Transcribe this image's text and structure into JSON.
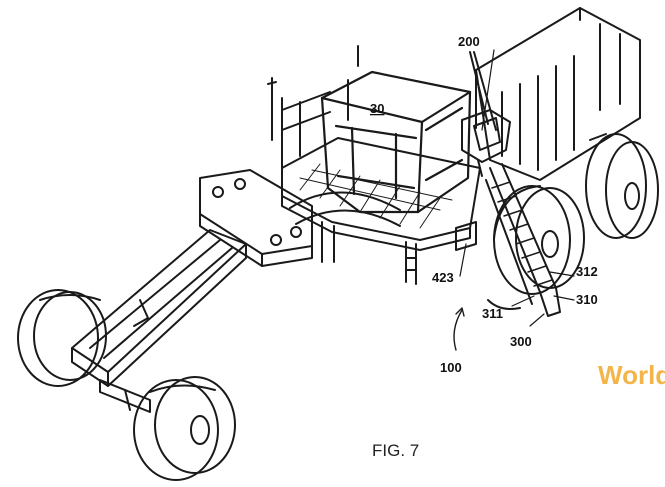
{
  "figure": {
    "caption": "FIG. 7",
    "labels": {
      "cab": "30",
      "upper_unit": "200",
      "stair_box": "423",
      "stair_top": "312",
      "stair_side": "310",
      "stair_rail": "311",
      "stair": "300",
      "vehicle": "100"
    },
    "watermark": "World"
  },
  "colors": {
    "ink": "#1a1a1a",
    "watermark": "#f3b54a"
  }
}
